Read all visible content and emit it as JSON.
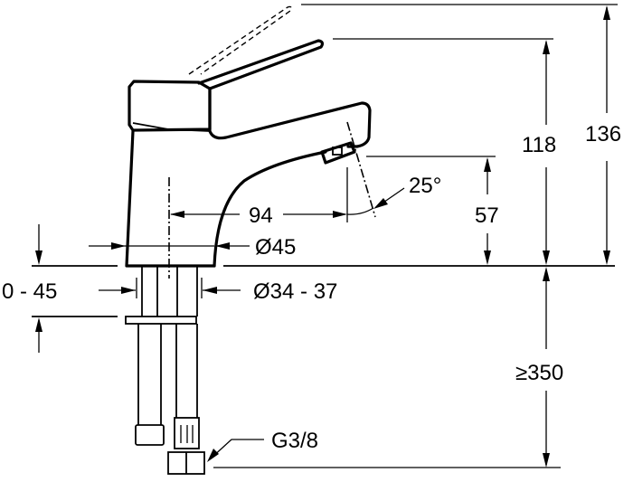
{
  "drawing": {
    "title": "Single-lever basin mixer dimension drawing",
    "units": "mm",
    "colors": {
      "line": "#000000",
      "background": "#ffffff"
    }
  },
  "dimensions": {
    "total_height_lever_raised": "136",
    "height_lever_closed": "118",
    "spout_outlet_height": "57",
    "spout_reach": "94",
    "spout_angle": "25°",
    "body_diameter": "Ø45",
    "deck_thickness": "0 - 45",
    "hole_diameter": "Ø34 - 37",
    "min_hose_length": "≥350",
    "connection_thread": "G3/8"
  }
}
